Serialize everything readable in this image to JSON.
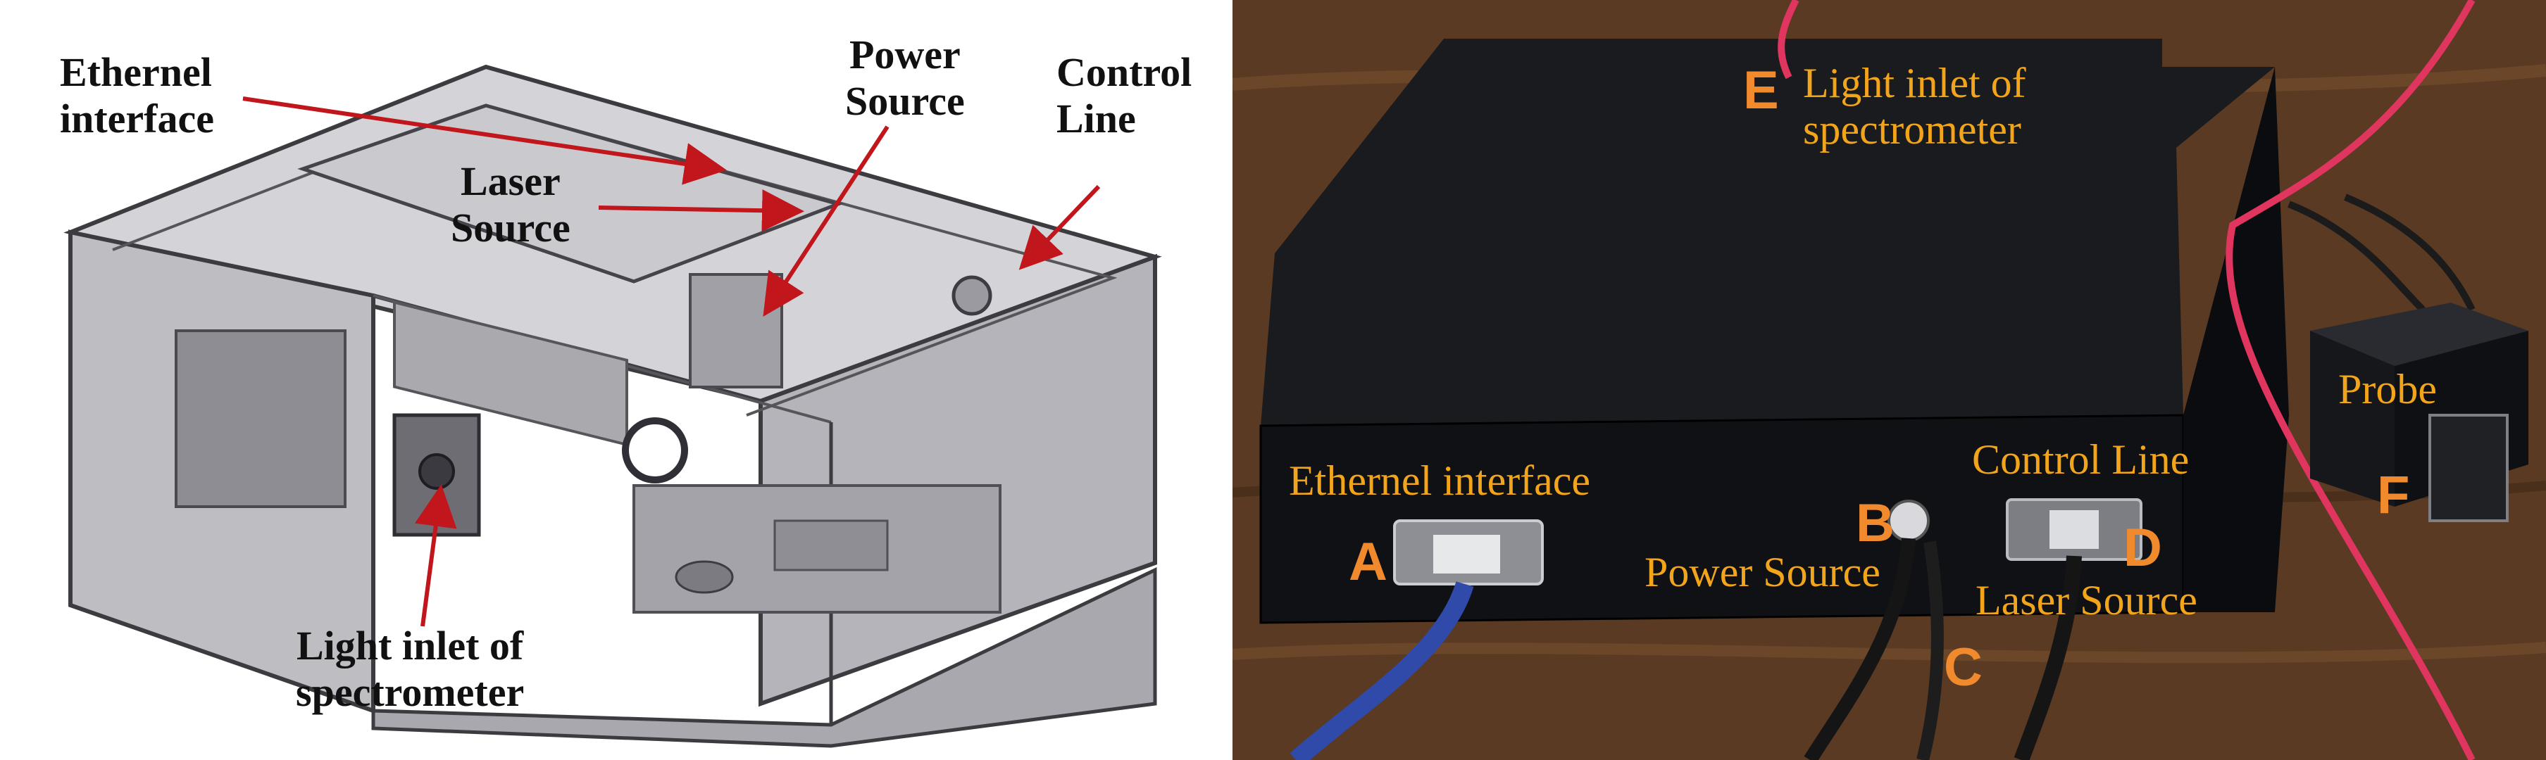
{
  "left_panel": {
    "labels": {
      "ethernet": "Ethernel\ninterface",
      "power": "Power\nSource",
      "control": "Control\nLine",
      "laser": "Laser\nSource",
      "light_inlet": "Light inlet of\nspectrometer"
    },
    "colors": {
      "arrow": "#c0161c",
      "enclosure": "#b9b9be",
      "edge": "#3c3c40"
    }
  },
  "right_panel": {
    "labels": {
      "light_inlet": "Light inlet of\nspectrometer",
      "ethernet": "Ethernel interface",
      "control": "Control Line",
      "power": "Power Source",
      "laser": "Laser Source",
      "probe": "Probe"
    },
    "letters": {
      "a": "A",
      "b": "B",
      "c": "C",
      "d": "D",
      "e": "E",
      "f": "F"
    },
    "colors": {
      "label": "#f2a51a",
      "letter": "#f08a2c",
      "box": "#121316",
      "table": "#5a3a22",
      "cable_red": "#e0355e",
      "cable_blue": "#2f4aa8"
    }
  }
}
